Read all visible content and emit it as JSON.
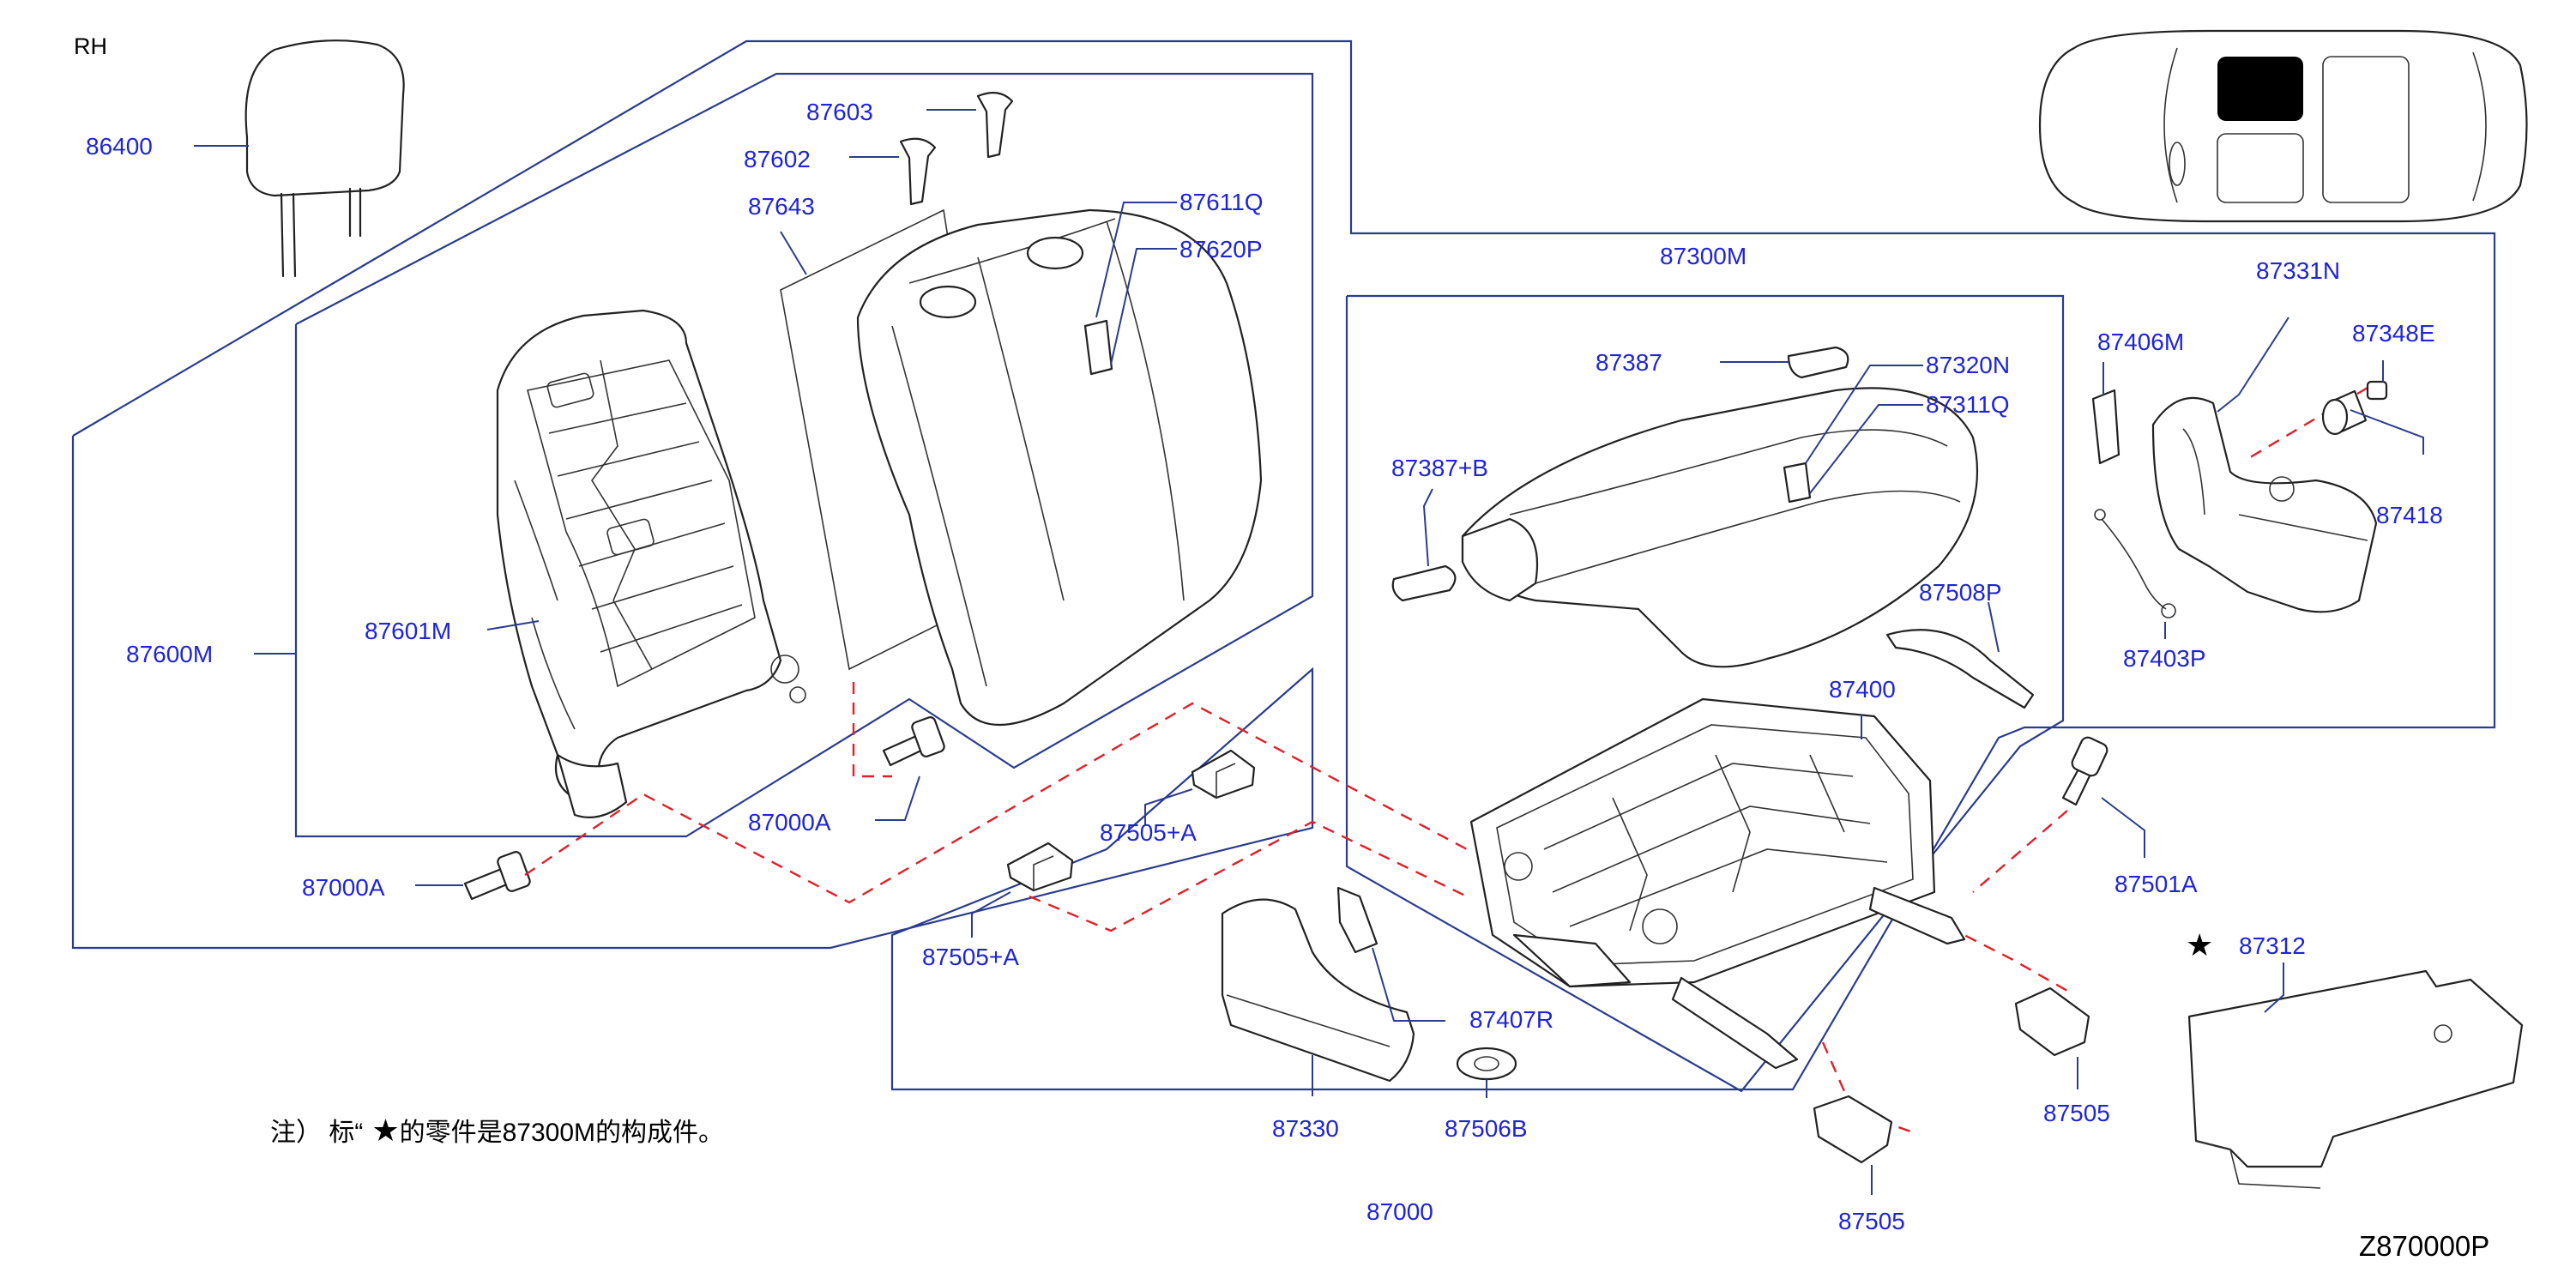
{
  "side_label": "RH",
  "drawing_code": "Z870000P",
  "note": {
    "prefix": "注） 标“",
    "star": "★",
    "suffix": "的零件是87300M的构成件。"
  },
  "star_marker": "★",
  "parts": {
    "p86400": "86400",
    "p87603": "87603",
    "p87602": "87602",
    "p87643": "87643",
    "p87611q": "87611Q",
    "p87620p": "87620P",
    "p87601m": "87601M",
    "p87600m": "87600M",
    "p87000a_upper": "87000A",
    "p87000a_lower": "87000A",
    "p87505a_upper": "87505+A",
    "p87505a_lower": "87505+A",
    "p87300m": "87300M",
    "p87387": "87387",
    "p87320n": "87320N",
    "p87311q": "87311Q",
    "p87387b": "87387+B",
    "p87508p": "87508P",
    "p87400": "87400",
    "p87331n": "87331N",
    "p87406m": "87406M",
    "p87348e": "87348E",
    "p87418": "87418",
    "p87403p": "87403P",
    "p87501a": "87501A",
    "p87312": "87312",
    "p87407r": "87407R",
    "p87330": "87330",
    "p87506b": "87506B",
    "p87000": "87000",
    "p87505_right": "87505",
    "p87505_bottom": "87505"
  },
  "icons": [
    "star-icon",
    "car-top-view-icon",
    "headrest-icon",
    "bolt-icon",
    "clip-icon"
  ],
  "colors": {
    "label": "#1f24d6",
    "outline": "#2a3c8f",
    "dashed_leader": "#e0202a",
    "part_stroke": "#222222"
  }
}
